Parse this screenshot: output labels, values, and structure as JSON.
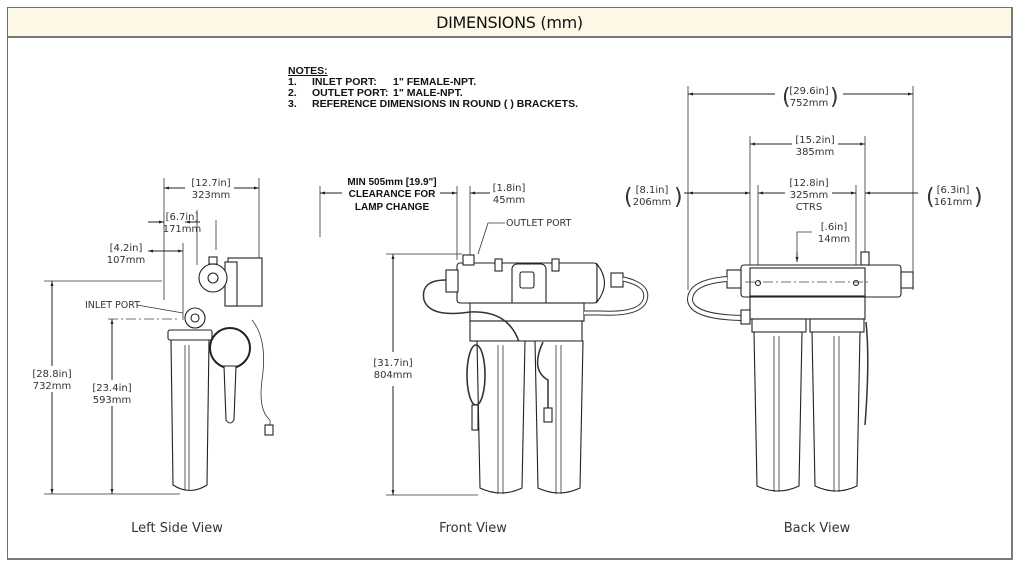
{
  "header": {
    "title": "DIMENSIONS (mm)"
  },
  "notes": {
    "title": "NOTES:",
    "items": [
      {
        "num": "1.",
        "label": "INLET PORT:",
        "value": "1\" FEMALE-NPT."
      },
      {
        "num": "2.",
        "label": "OUTLET PORT:",
        "value": "1\" MALE-NPT."
      },
      {
        "num": "3.",
        "label": "",
        "value": "REFERENCE DIMENSIONS IN ROUND ( ) BRACKETS."
      }
    ]
  },
  "views": {
    "left_side": {
      "caption": "Left Side View",
      "dims": {
        "overall_width": {
          "in": "[12.7in]",
          "mm": "323mm"
        },
        "pump_offset": {
          "in": "[6.7in]",
          "mm": "171mm"
        },
        "inlet_offset": {
          "in": "[4.2in]",
          "mm": "107mm"
        },
        "overall_height": {
          "in": "[28.8in]",
          "mm": "732mm"
        },
        "inlet_height": {
          "in": "[23.4in]",
          "mm": "593mm"
        }
      },
      "callouts": {
        "inlet_port": "INLET PORT"
      }
    },
    "front": {
      "caption": "Front View",
      "clearance": {
        "line1": "MIN  505mm [19.9\"]",
        "line2": "CLEARANCE FOR",
        "line3": "LAMP CHANGE"
      },
      "dims": {
        "outlet_offset": {
          "in": "[1.8in]",
          "mm": "45mm"
        },
        "overall_height": {
          "in": "[31.7in]",
          "mm": "804mm"
        }
      },
      "callouts": {
        "outlet_port": "OUTLET PORT"
      }
    },
    "back": {
      "caption": "Back View",
      "dims": {
        "overall_width": {
          "in": "[29.6in]",
          "mm": "752mm"
        },
        "bracket_width": {
          "in": "[15.2in]",
          "mm": "385mm"
        },
        "centers": {
          "in": "[12.8in]",
          "mm": "325mm",
          "note": "CTRS"
        },
        "left_overhang": {
          "in": "[8.1in]",
          "mm": "206mm"
        },
        "right_overhang": {
          "in": "[6.3in]",
          "mm": "161mm"
        },
        "offset": {
          "in": "[.6in]",
          "mm": "14mm"
        }
      }
    }
  }
}
